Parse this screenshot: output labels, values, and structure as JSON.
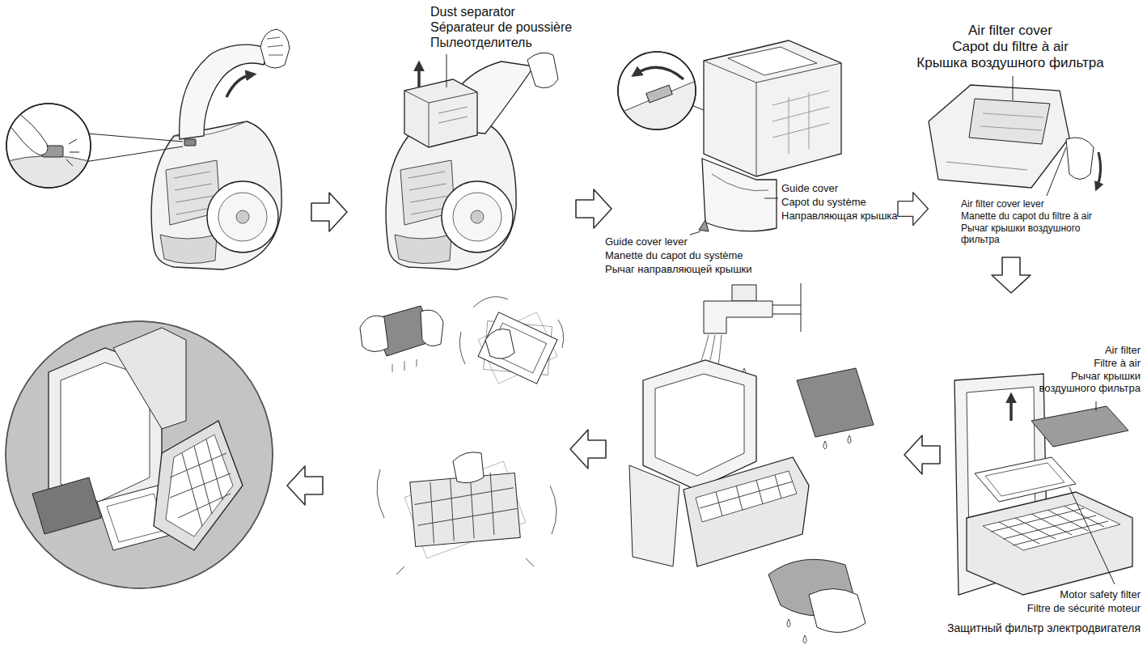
{
  "diagram": {
    "labels": [
      "Dust separator",
      "Séparateur de poussière",
      "Пылеотделитель",
      "Guide cover",
      "Capot du système",
      "Направляющая крышка",
      "Guide cover lever",
      "Manette du capot du système",
      "Рычаг направляющей крышки",
      "Air filter cover",
      "Capot du filtre à air",
      "Крышка воздушного фильтра",
      "Air filter cover lever",
      "Manette du capot du filtre à air",
      "Рычаг крышки воздушного фильтра",
      "Air filter",
      "Filtre à air",
      "Рычаг крышки воздушного фильтра",
      "Motor safety filter",
      "Filtre de sécurité moteur",
      "Защитный фильтр электродвигателя"
    ]
  }
}
